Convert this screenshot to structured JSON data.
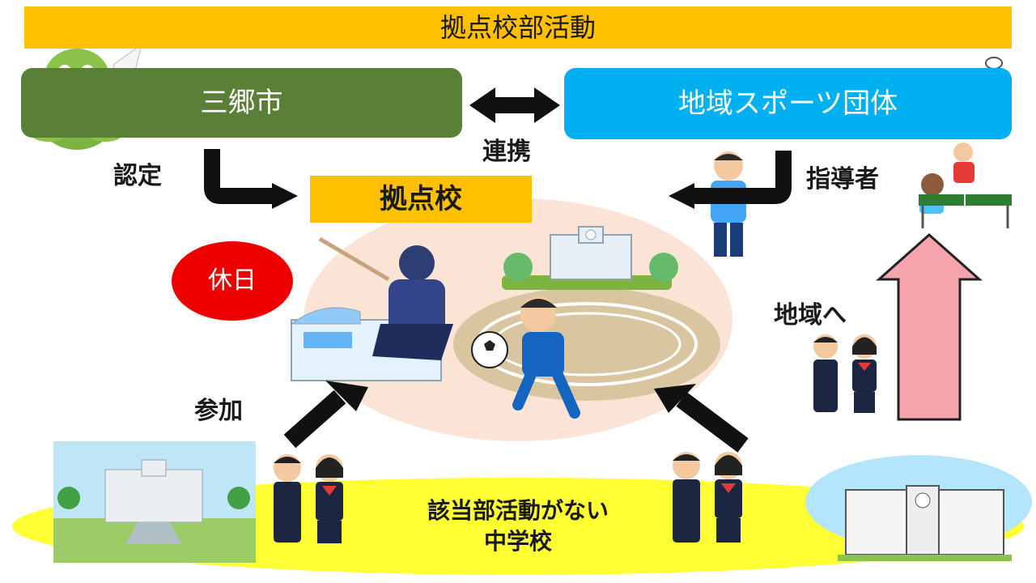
{
  "title": "拠点校部活動",
  "nodes": {
    "city": "三郷市",
    "sports_org": "地域スポーツ団体",
    "hub_school": "拠点校",
    "holiday": "休日",
    "schools_line1": "該当部活動がない",
    "schools_line2": "中学校"
  },
  "labels": {
    "cooperation": "連携",
    "certification": "認定",
    "instructor": "指導者",
    "participation": "参加",
    "to_community": "地域へ"
  },
  "colors": {
    "banner": "#ffc000",
    "city": "#5a7f36",
    "sports_org": "#00b0f0",
    "hub": "#ffc000",
    "holiday": "#ee0000",
    "big_arrow": "#f6a3ad",
    "bottom_band": "#ffff33"
  },
  "icons": [
    "mascot-bird",
    "badminton-player",
    "table-tennis-players",
    "coach",
    "kendo-athlete",
    "soccer-player",
    "school-building",
    "students-uniform",
    "sports-ground"
  ]
}
